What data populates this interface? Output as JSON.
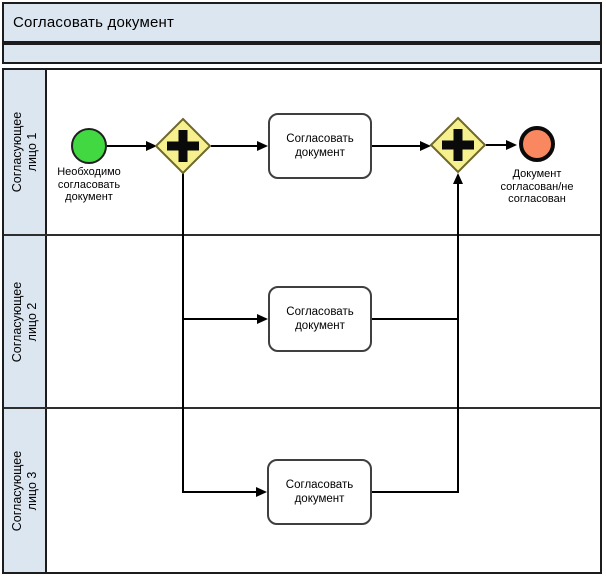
{
  "pool": {
    "title": "Согласовать документ"
  },
  "lanes": [
    {
      "label": "Согласующее лицо 1"
    },
    {
      "label": "Согласующее лицо 2"
    },
    {
      "label": "Согласующее лицо 3"
    }
  ],
  "process": {
    "start_event": {
      "label": "Необходимо согласовать документ"
    },
    "tasks": [
      {
        "label": "Согласовать документ"
      },
      {
        "label": "Согласовать документ"
      },
      {
        "label": "Согласовать документ"
      }
    ],
    "gateways": [
      {
        "type": "parallel-split",
        "symbol": "+"
      },
      {
        "type": "parallel-join",
        "symbol": "+"
      }
    ],
    "end_event": {
      "label": "Документ согласован/не согласован"
    }
  },
  "colors": {
    "lane_header_bg": "#dce6f1",
    "pool_border": "#1c1c1c",
    "start_event_fill": "#41d841",
    "end_event_fill": "#f9875f",
    "gateway_fill": "#f6f08e",
    "gateway_border": "#6e682b",
    "task_border": "#3f3f3f",
    "connector": "#000000"
  }
}
